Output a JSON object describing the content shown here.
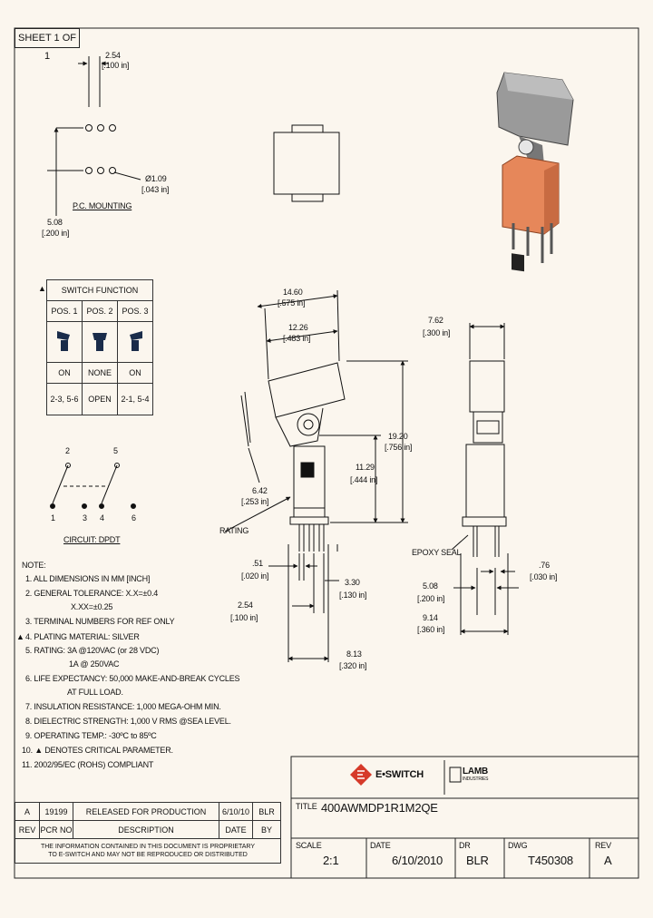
{
  "sheet": "SHEET 1 OF 1",
  "pc_mounting": {
    "pitch_mm": "2.54",
    "pitch_in": "[.100 in]",
    "hole_mm": "Ø1.09",
    "hole_in": "[.043 in]",
    "row_mm": "5.08",
    "row_in": "[.200 in]",
    "label": "P.C. MOUNTING"
  },
  "switch_function": {
    "marker": "▲",
    "header": "SWITCH FUNCTION",
    "positions": [
      "POS. 1",
      "POS. 2",
      "POS. 3"
    ],
    "states": [
      "ON",
      "NONE",
      "ON"
    ],
    "connections": [
      "2-3, 5-6",
      "OPEN",
      "2-1, 5-4"
    ]
  },
  "circuit": {
    "top_labels": [
      "2",
      "5"
    ],
    "bottom_labels": [
      "1",
      "3",
      "4",
      "6"
    ],
    "label": "CIRCUIT: DPDT"
  },
  "notes": {
    "title": "NOTE:",
    "items": [
      "1. ALL DIMENSIONS IN MM [INCH]",
      "2. GENERAL TOLERANCE: X.X=±0.4",
      "X.XX=±0.25",
      "3. TERMINAL NUMBERS FOR REF ONLY",
      "4. PLATING MATERIAL: SILVER",
      "5. RATING: 3A @120VAC (or 28 VDC)",
      "1A @ 250VAC",
      "6. LIFE EXPECTANCY: 50,000 MAKE-AND-BREAK CYCLES",
      "AT FULL LOAD.",
      "7. INSULATION RESISTANCE: 1,000 MEGA-OHM MIN.",
      "8. DIELECTRIC STRENGTH: 1,000 V RMS @SEA LEVEL.",
      "9. OPERATING TEMP.: -30ºC to 85ºC",
      "10. ▲ DENOTES CRITICAL PARAMETER.",
      "11. 2002/95/EC (ROHS) COMPLIANT"
    ],
    "marker": "▲"
  },
  "side_view": {
    "dim_1460_mm": "14.60",
    "dim_1460_in": "[.575 in]",
    "dim_1226_mm": "12.26",
    "dim_1226_in": "[.483 in]",
    "dim_1920_mm": "19.20",
    "dim_1920_in": "[.756 in]",
    "dim_1129_mm": "11.29",
    "dim_1129_in": "[.444 in]",
    "dim_642_mm": "6.42",
    "dim_642_in": "[.253 in]",
    "rating": "RATING",
    "dim_051_mm": ".51",
    "dim_051_in": "[.020 in]",
    "dim_330_mm": "3.30",
    "dim_330_in": "[.130 in]",
    "dim_254_mm": "2.54",
    "dim_254_in": "[.100 in]",
    "dim_813_mm": "8.13",
    "dim_813_in": "[.320 in]"
  },
  "front_view": {
    "dim_762_mm": "7.62",
    "dim_762_in": "[.300 in]",
    "epoxy": "EPOXY SEAL",
    "dim_076_mm": ".76",
    "dim_076_in": "[.030 in]",
    "dim_508_mm": "5.08",
    "dim_508_in": "[.200 in]",
    "dim_914_mm": "9.14",
    "dim_914_in": "[.360 in]"
  },
  "brand": {
    "eswitch": "E•SWITCH",
    "lamb": "LAMB",
    "lamb_sub": "INDUSTRIES"
  },
  "revision_table": {
    "row": [
      "A",
      "19199",
      "RELEASED FOR PRODUCTION",
      "6/10/10",
      "BLR"
    ],
    "header": [
      "REV",
      "PCR NO",
      "DESCRIPTION",
      "DATE",
      "BY"
    ],
    "disclaimer_1": "THE INFORMATION CONTAINED IN THIS DOCUMENT IS PROPRIETARY",
    "disclaimer_2": "TO E-SWITCH AND MAY NOT BE REPRODUCED OR DISTRIBUTED"
  },
  "title_block": {
    "title_label": "TITLE",
    "title": "400AWMDP1R1M2QE",
    "scale_label": "SCALE",
    "scale": "2:1",
    "date_label": "DATE",
    "date": "6/10/2010",
    "dr_label": "DR",
    "dr": "BLR",
    "dwg_label": "DWG",
    "dwg": "T450308",
    "rev_label": "REV",
    "rev": "A"
  },
  "colors": {
    "accent_red": "#d63a2a",
    "orange_body": "#e6875a",
    "paper": "#fbf6ee"
  }
}
